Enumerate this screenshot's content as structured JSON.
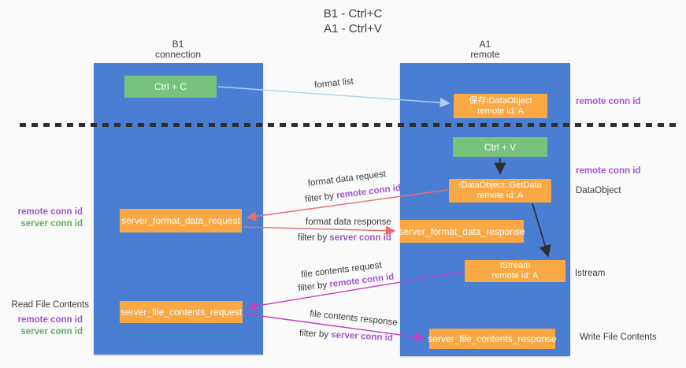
{
  "title": {
    "line1": "B1 - Ctrl+C",
    "line2": "A1 - Ctrl+V"
  },
  "lanes": {
    "b1": {
      "name": "B1",
      "role": "connection"
    },
    "a1": {
      "name": "A1",
      "role": "remote"
    }
  },
  "nodes": {
    "ctrl_c": {
      "label": "Ctrl + C"
    },
    "save_dataobject": {
      "title": "保存IDataObject",
      "subtitle": "remote id: A"
    },
    "ctrl_v": {
      "label": "Ctrl + V"
    },
    "getdata": {
      "title": "IDataObject::GetData",
      "subtitle": "remote id: A"
    },
    "format_request": {
      "label": "server_format_data_request"
    },
    "format_response": {
      "label": "server_format_data_response"
    },
    "istream": {
      "title": "IStream",
      "subtitle": "remote id: A"
    },
    "file_request": {
      "label": "server_file_contents_request"
    },
    "file_response": {
      "label": "server_file_contents_response"
    }
  },
  "flow_labels": {
    "format_list": "format list",
    "format_data_request": "format data request",
    "format_data_response": "format data response",
    "file_contents_request": "file contents request",
    "file_contents_response": "file contents response",
    "filter_by": "filter by",
    "remote_conn_id": "remote conn id",
    "server_conn_id": "server conn id"
  },
  "annotations": {
    "remote_conn_id": "remote conn id",
    "server_conn_id": "server conn id",
    "dataobject": "DataObject",
    "istream": "Istream",
    "read_file_contents": "Read File Contents",
    "write_file_contents": "Write File Contents"
  },
  "colors": {
    "background": "#fafafa",
    "lane_blue": "#4a7ed3",
    "node_green": "#79c27d",
    "node_orange": "#f9a843",
    "arrow_light_blue": "#aad4f0",
    "arrow_red": "#e57070",
    "arrow_magenta": "#c23ec2",
    "arrow_black": "#2e2e2e",
    "text_purple": "#a455cf",
    "text_green": "#56b556",
    "text_dark": "#3b3b3b"
  }
}
